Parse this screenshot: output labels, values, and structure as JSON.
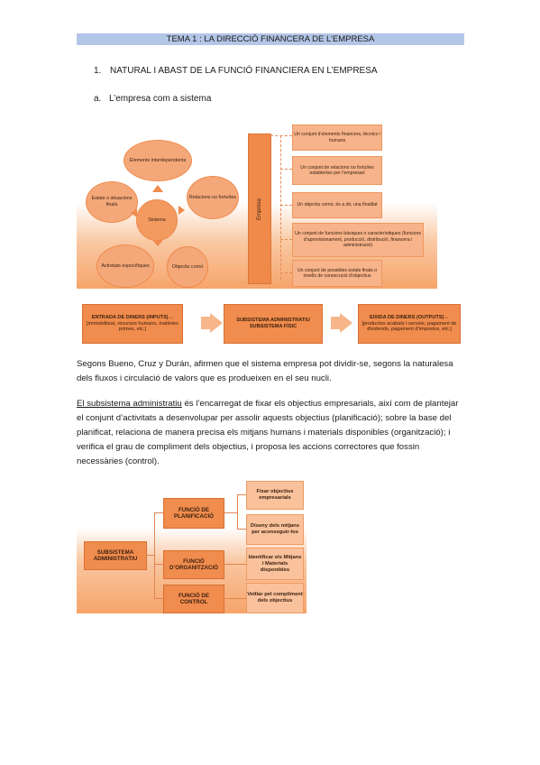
{
  "header": {
    "title": "TEMA 1 : LA DIRECCIÓ FINANCERA DE L’EMPRESA"
  },
  "section1": {
    "number": "1.",
    "title": "NATURAL I ABAST DE LA FUNCIÓ FINANCIERA EN L’EMPRESA"
  },
  "section1a": {
    "number": "a.",
    "title": "L’empresa com a sistema"
  },
  "figure1": {
    "circles": {
      "top": "Elements interdependents",
      "left": "Estats o situacions finals",
      "center": "Sistema",
      "right": "Relacions no fortuïtes",
      "bottom_left": "Activitats específiques",
      "bottom_right": "Objectiu comú"
    },
    "bar_label": "Empresa",
    "items": [
      "Un conjunt d’elements financers, tècnics i humans",
      "Un conjunt de relacions no fortuïtes establertes per l’empresari",
      "Un objectiu comú, és a dir, una finalitat",
      "Un conjunt de funcions bàsiques o característiques (funcions d’aprovisionament, producció, distribució, financera i administració)",
      "Un conjunt de possibles estats finals o nivells de consecució d’objectius"
    ]
  },
  "flow": {
    "input_title": "ENTRADA DE DINERS (INPUTS)→",
    "input_detail": "[immobilitzat, recursos humans, matèries primes, etc.]",
    "middle_line1": "SUBSISTEMA ADMINISTRATIU",
    "middle_line2": "SUBSISTEMA FÍSIC",
    "output_title": "EIXIDA DE DINERS (OUTPUTS)→",
    "output_detail": "[productes acabats i serveis, pagament de dividends, pagament d’impostos, etc.]"
  },
  "paragraph1": "Segons Bueno, Cruz y Durán, afirmen que el sistema empresa pot dividir-se, segons la naturalesa dels fluxos i circulació de valors que es produeixen en el seu nucli.",
  "paragraph2": {
    "term": "El subsistema administratiu",
    "rest": " és l’encarregat de fixar els objectius empresarials, així com de plantejar el conjunt d’activitats a desenvolupar per assolir aquests objectius (planificació); sobre la base del planificat, relaciona de manera precisa els mitjans humans i materials disponibles (organització); i verifica el grau de compliment dels objectius, i proposa les accions correctores que fossin necessàries (control)."
  },
  "figure2": {
    "root": "SUBSISTEMA ADMINISTRATIU",
    "branches": [
      {
        "label": "FUNCIÓ DE PLANIFICACIÓ",
        "children": [
          "Fixar objectius empresarials",
          "Diseny dels mitjans per aconseguir-los"
        ]
      },
      {
        "label": "FUNCIÓ D’ORGANITZACIÓ",
        "children": [
          "Identificar els Mitjans i Materials disponibles"
        ]
      },
      {
        "label": "FUNCIÓ DE CONTROL",
        "children": [
          "Vetllar pel compliment dels objectius"
        ]
      }
    ]
  },
  "colors": {
    "title_bar": "#b4c6e7",
    "orange_dark": "#f08c4d",
    "orange_light": "#f9c29c"
  }
}
